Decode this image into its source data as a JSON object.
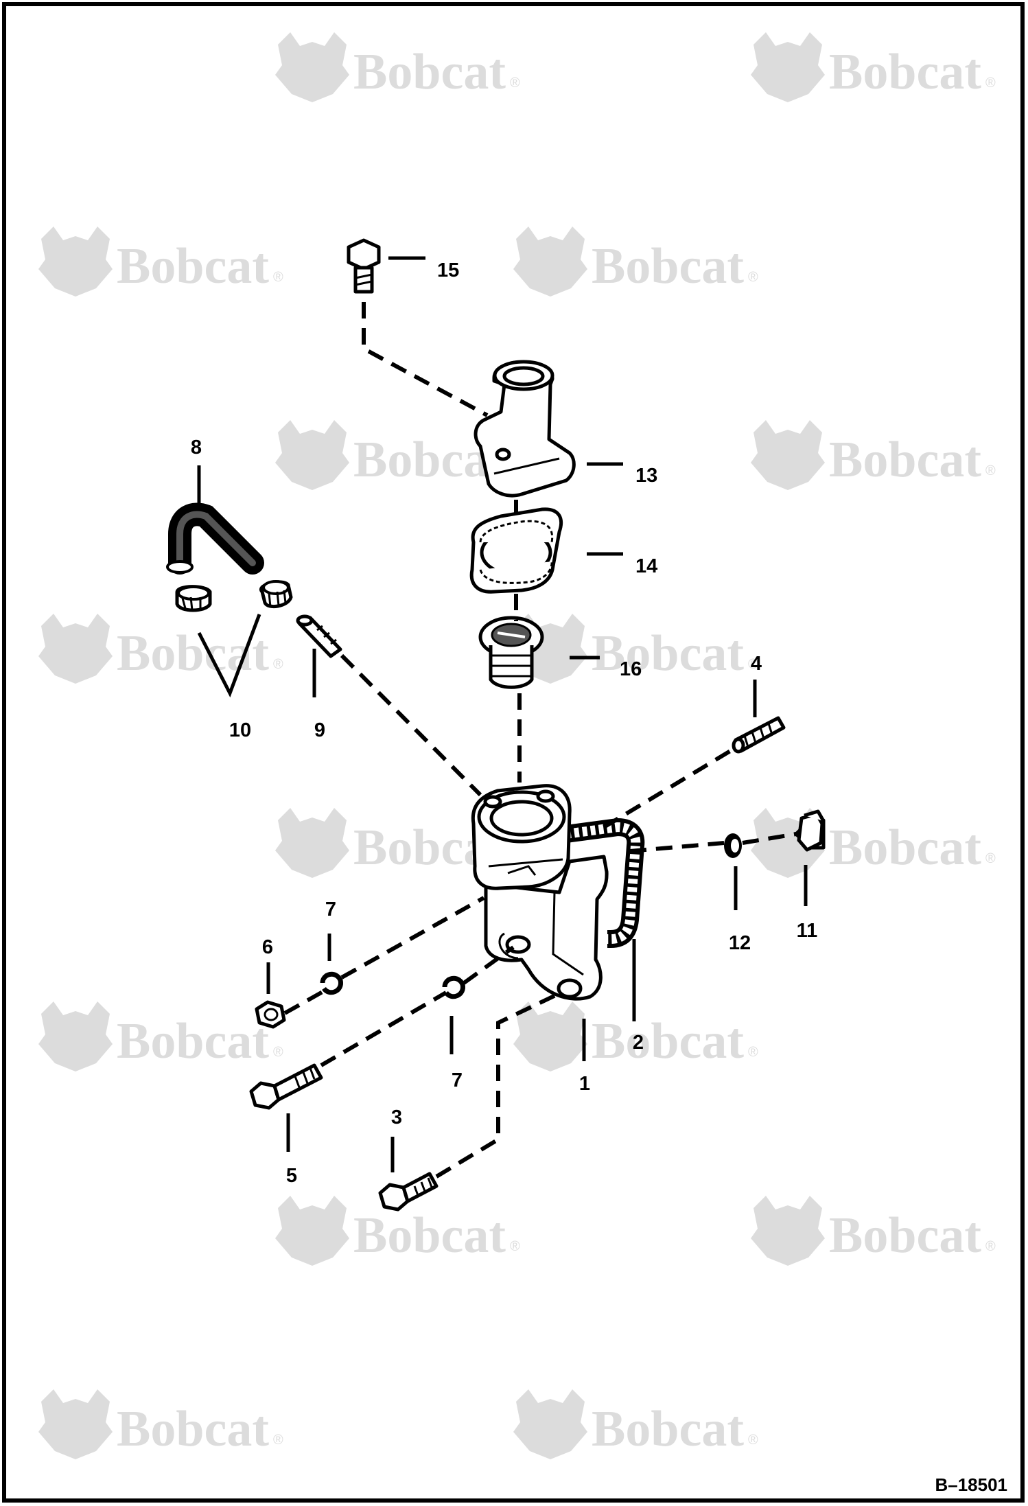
{
  "watermark": {
    "brand_text": "Bobcat",
    "registered_mark": "®"
  },
  "document_number": "B–18501",
  "callouts": [
    {
      "id": "c1",
      "label": "1"
    },
    {
      "id": "c2",
      "label": "2"
    },
    {
      "id": "c3",
      "label": "3"
    },
    {
      "id": "c4",
      "label": "4"
    },
    {
      "id": "c5",
      "label": "5"
    },
    {
      "id": "c6",
      "label": "6"
    },
    {
      "id": "c7a",
      "label": "7"
    },
    {
      "id": "c7b",
      "label": "7"
    },
    {
      "id": "c8",
      "label": "8"
    },
    {
      "id": "c9",
      "label": "9"
    },
    {
      "id": "c10",
      "label": "10"
    },
    {
      "id": "c11",
      "label": "11"
    },
    {
      "id": "c12",
      "label": "12"
    },
    {
      "id": "c13",
      "label": "13"
    },
    {
      "id": "c14",
      "label": "14"
    },
    {
      "id": "c15",
      "label": "15"
    },
    {
      "id": "c16",
      "label": "16"
    }
  ]
}
